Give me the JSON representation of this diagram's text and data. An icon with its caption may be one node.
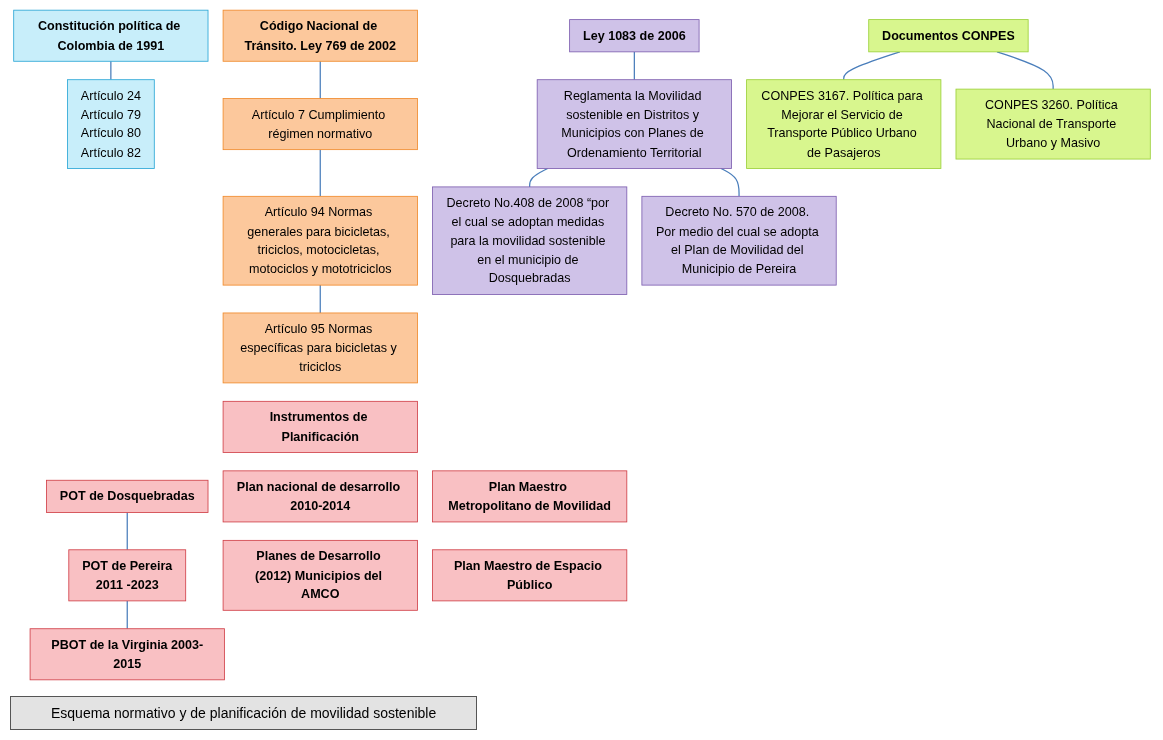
{
  "diagram": {
    "caption": "Esquema normativo y de planificación de movilidad sostenible",
    "nodes": [
      {
        "text": [
          "Constitución política de Colombia de 1991"
        ]
      },
      {
        "text": [
          "Código Nacional de Tránsito. Ley 769 de 2002"
        ]
      },
      {
        "text": [
          "Ley 1083 de 2006"
        ]
      },
      {
        "text": [
          "Documentos CONPES"
        ]
      },
      {
        "text": [
          "Artículo 24",
          "Artículo 79",
          "Artículo 80",
          "Artículo 82"
        ]
      },
      {
        "text": [
          "Artículo 7 Cumplimiento régimen normativo"
        ]
      },
      {
        "text": [
          "Reglamenta la Movilidad sostenible en Distritos y Municipios con Planes de Ordenamiento Territorial"
        ]
      },
      {
        "text": [
          "CONPES 3167. Política para Mejorar el Servicio de Transporte Público Urbano de Pasajeros"
        ]
      },
      {
        "text": [
          "CONPES 3260. Política Nacional de Transporte Urbano y Masivo"
        ]
      },
      {
        "text": [
          "Artículo 94 Normas generales para bicicletas, triciclos, motocicletas, motociclos y mototriciclos"
        ]
      },
      {
        "text": [
          "Decreto No.408 de 2008 “por el cual se adoptan medidas para la movilidad sostenible en el municipio de Dosquebradas"
        ]
      },
      {
        "text": [
          "Decreto No. 570 de 2008. Por medio del cual se adopta el Plan de Movilidad del Municipio de Pereira"
        ]
      },
      {
        "text": [
          "Artículo 95 Normas específicas para bicicletas y triciclos"
        ]
      },
      {
        "text": [
          "Instrumentos de Planificación"
        ]
      },
      {
        "text": [
          "POT de Dosquebradas"
        ]
      },
      {
        "text": [
          "POT de Pereira",
          "2011 -2023"
        ]
      },
      {
        "text": [
          "PBOT de la Virginia 2003-2015"
        ]
      },
      {
        "text": [
          "Plan nacional de desarrollo 2010-2014"
        ]
      },
      {
        "text": [
          "Plan Maestro Metropolitano de Movilidad"
        ]
      },
      {
        "text": [
          "Planes de Desarrollo (2012) Municipios del AMCO"
        ]
      },
      {
        "text": [
          "Plan Maestro de Espacio Público"
        ]
      }
    ],
    "edges": [
      {
        "from": 0,
        "to": 4,
        "arrow": "none"
      },
      {
        "from": 1,
        "to": 5,
        "arrow": "none"
      },
      {
        "from": 5,
        "to": 9,
        "arrow": "none"
      },
      {
        "from": 9,
        "to": 12,
        "arrow": "none"
      },
      {
        "from": 2,
        "to": 6,
        "arrow": "none"
      },
      {
        "from": 6,
        "to": 10,
        "arrow": "none"
      },
      {
        "from": 6,
        "to": 11,
        "arrow": "none"
      },
      {
        "from": 3,
        "to": 7,
        "arrow": "none"
      },
      {
        "from": 3,
        "to": 8,
        "arrow": "none"
      },
      {
        "from": 14,
        "to": 15,
        "arrow": "none"
      },
      {
        "from": 15,
        "to": 16,
        "arrow": "none"
      }
    ]
  }
}
